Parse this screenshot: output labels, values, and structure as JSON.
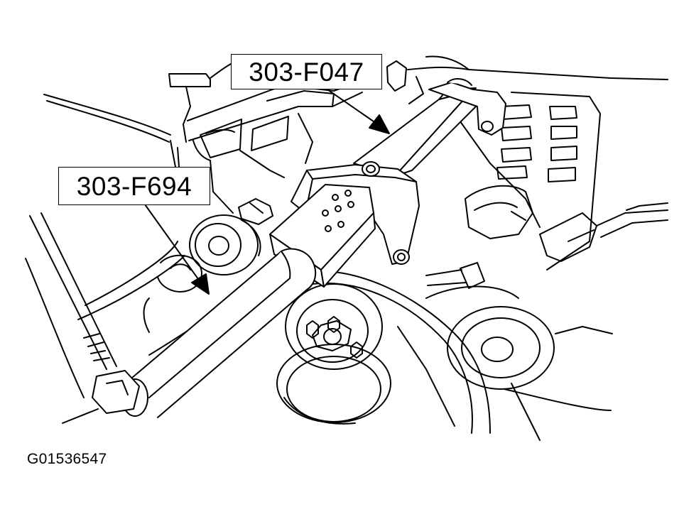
{
  "callouts": {
    "tool_a": "303-F047",
    "tool_b": "303-F694"
  },
  "figure_id": "G01536547",
  "icons": {
    "arrow": "arrow-down-right-icon"
  }
}
